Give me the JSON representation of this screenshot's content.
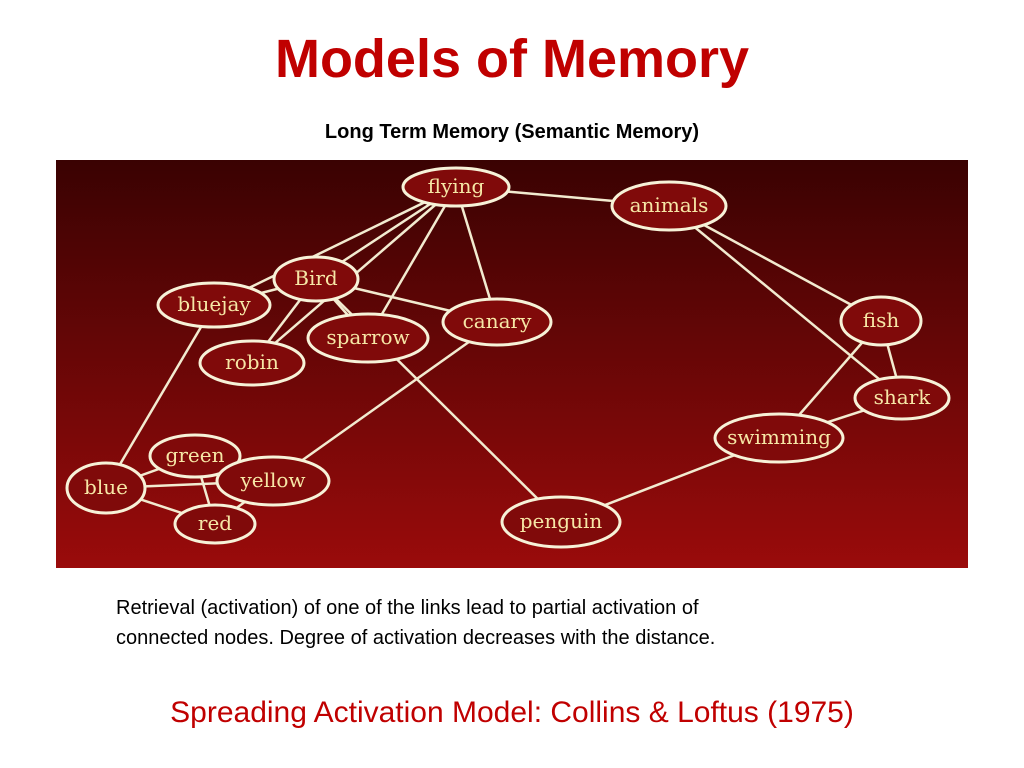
{
  "slide": {
    "title": "Models of Memory",
    "subtitle": "Long Term Memory (Semantic Memory)",
    "caption_line1": "Retrieval (activation) of one of the links lead to partial activation of",
    "caption_line2": "connected nodes. Degree of activation decreases with the distance.",
    "model_name": "Spreading Activation Model: Collins & Loftus (1975)"
  },
  "colors": {
    "title": "#c00000",
    "diagram_bg_top": "#3a0202",
    "diagram_bg_bottom": "#9a0b0b",
    "node_stroke": "#f7f2d8",
    "link": "#f2ebd0",
    "node_text": "#f6e7a6"
  },
  "diagram": {
    "nodes": [
      {
        "id": "flying",
        "label": "flying"
      },
      {
        "id": "animals",
        "label": "animals"
      },
      {
        "id": "bird",
        "label": "Bird"
      },
      {
        "id": "bluejay",
        "label": "bluejay"
      },
      {
        "id": "canary",
        "label": "canary"
      },
      {
        "id": "sparrow",
        "label": "sparrow"
      },
      {
        "id": "robin",
        "label": "robin"
      },
      {
        "id": "fish",
        "label": "fish"
      },
      {
        "id": "shark",
        "label": "shark"
      },
      {
        "id": "swimming",
        "label": "swimming"
      },
      {
        "id": "green",
        "label": "green"
      },
      {
        "id": "yellow",
        "label": "yellow"
      },
      {
        "id": "blue",
        "label": "blue"
      },
      {
        "id": "red",
        "label": "red"
      },
      {
        "id": "penguin",
        "label": "penguin"
      }
    ],
    "links": [
      {
        "from": "flying",
        "to": "animals"
      },
      {
        "from": "flying",
        "to": "bluejay"
      },
      {
        "from": "flying",
        "to": "robin"
      },
      {
        "from": "flying",
        "to": "sparrow"
      },
      {
        "from": "flying",
        "to": "canary"
      },
      {
        "from": "flying",
        "to": "bird"
      },
      {
        "from": "bird",
        "to": "bluejay"
      },
      {
        "from": "bird",
        "to": "robin"
      },
      {
        "from": "bird",
        "to": "sparrow"
      },
      {
        "from": "bird",
        "to": "canary"
      },
      {
        "from": "bird",
        "to": "penguin"
      },
      {
        "from": "animals",
        "to": "fish"
      },
      {
        "from": "animals",
        "to": "shark"
      },
      {
        "from": "fish",
        "to": "shark"
      },
      {
        "from": "fish",
        "to": "swimming"
      },
      {
        "from": "shark",
        "to": "swimming"
      },
      {
        "from": "swimming",
        "to": "penguin"
      },
      {
        "from": "bluejay",
        "to": "blue"
      },
      {
        "from": "canary",
        "to": "yellow"
      },
      {
        "from": "green",
        "to": "red"
      },
      {
        "from": "green",
        "to": "blue"
      },
      {
        "from": "blue",
        "to": "yellow"
      },
      {
        "from": "blue",
        "to": "red"
      },
      {
        "from": "yellow",
        "to": "red"
      }
    ]
  }
}
